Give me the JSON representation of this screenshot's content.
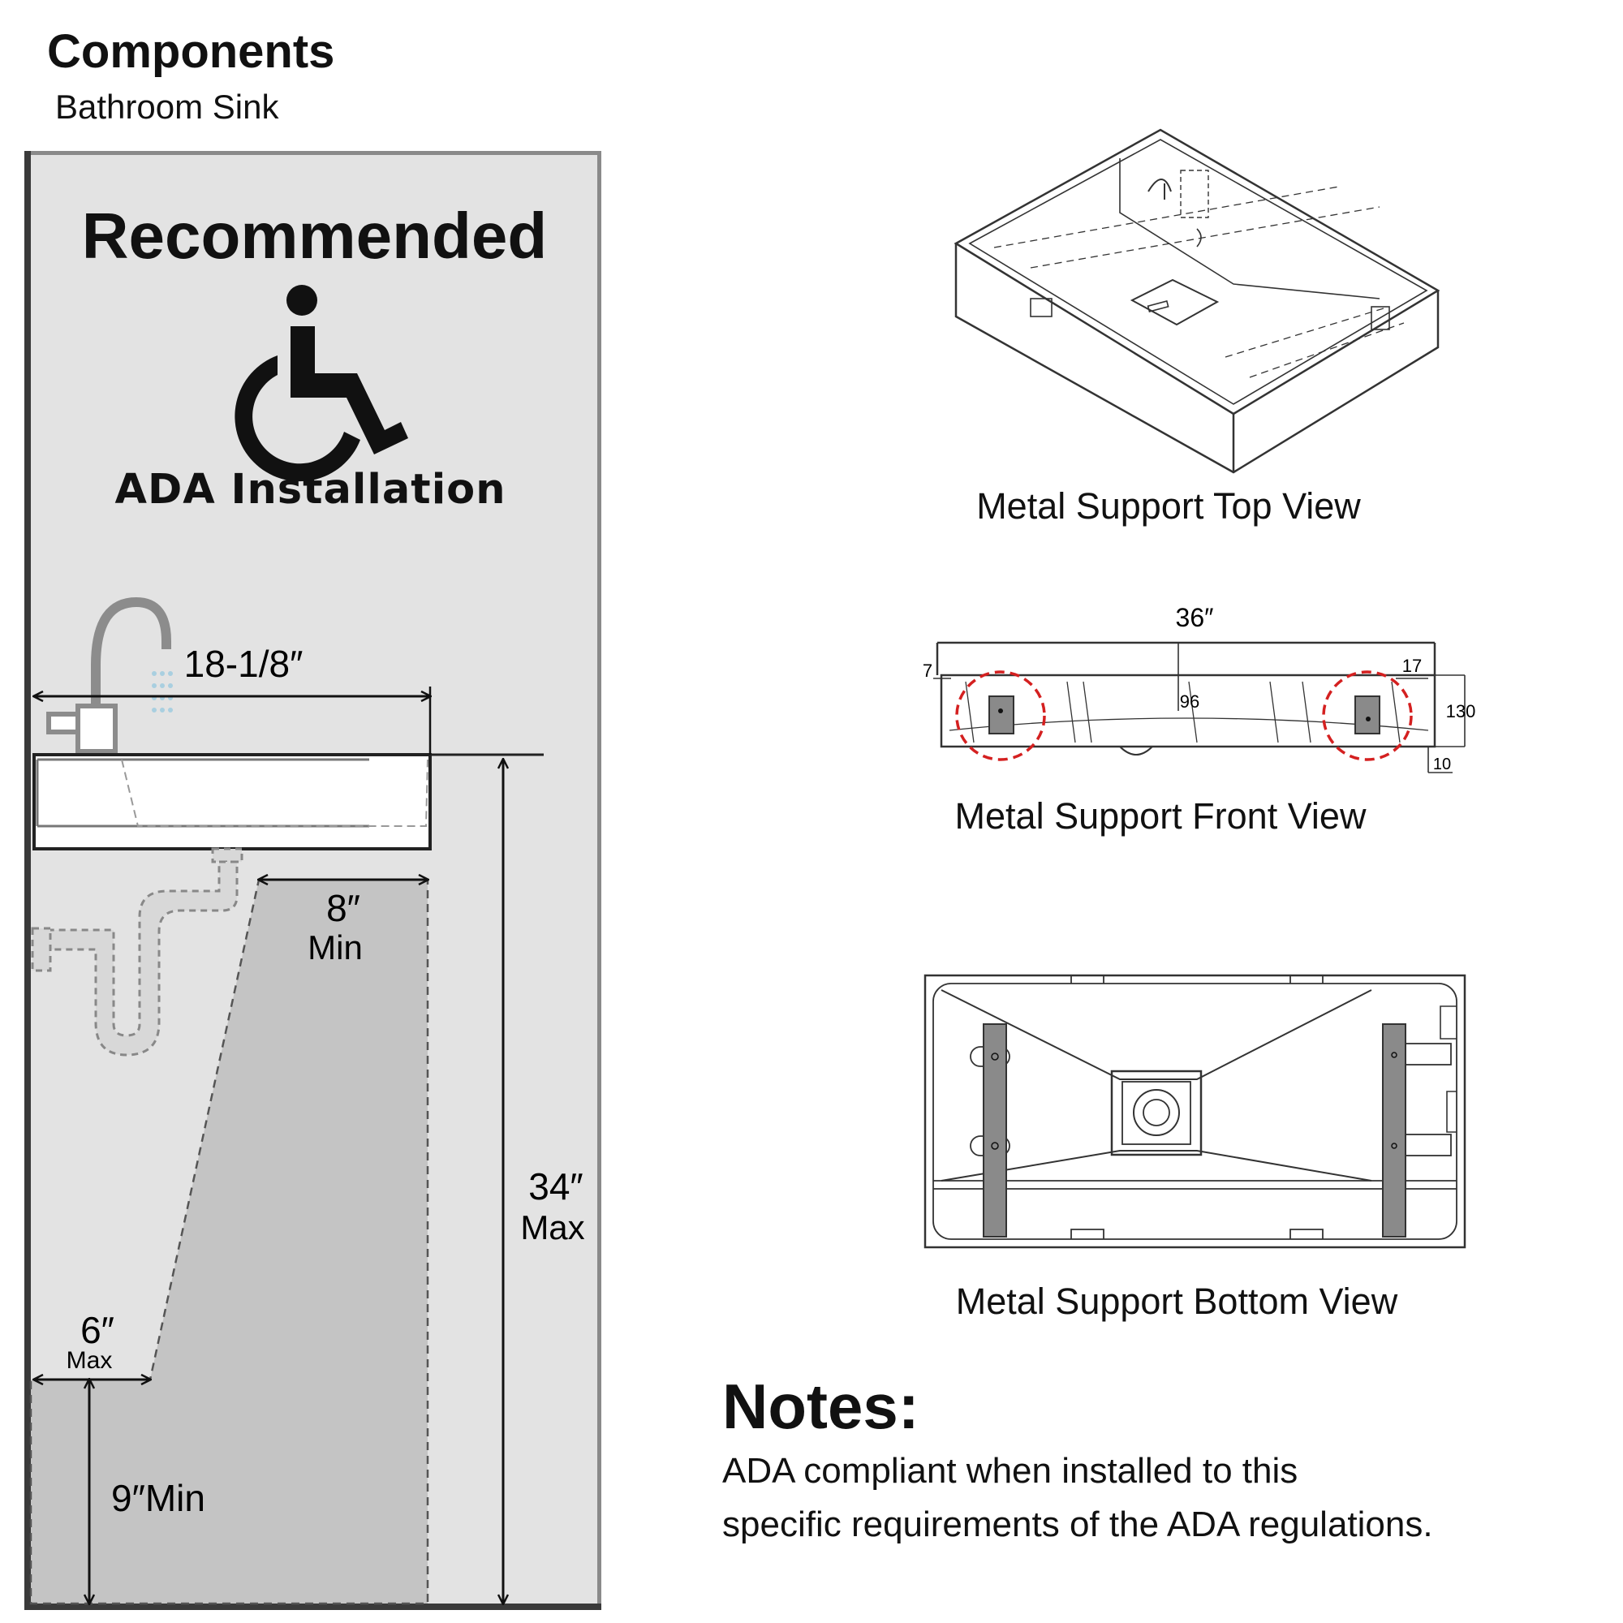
{
  "header": {
    "title": "Components",
    "subtitle": "Bathroom Sink"
  },
  "ada_panel": {
    "heading": "Recommended",
    "icon": "wheelchair-accessibility-icon",
    "label": "ADA Installation",
    "dimensions": {
      "sink_depth": "18-1/8″",
      "knee_clear_value": "8″",
      "knee_clear_note": "Min",
      "height_value": "34″",
      "height_note": "Max",
      "toe_depth_value": "6″",
      "toe_depth_note": "Max",
      "toe_height": "9″Min"
    }
  },
  "views": {
    "top": {
      "caption": "Metal Support Top View"
    },
    "front": {
      "caption": "Metal Support Front View",
      "width_label": "36″",
      "dim_7": "7",
      "dim_17": "17",
      "dim_96": "96",
      "dim_130": "130",
      "dim_10": "10"
    },
    "bottom": {
      "caption": "Metal Support Bottom View"
    }
  },
  "notes": {
    "title": "Notes:",
    "line1": "ADA compliant when installed to this",
    "line2": "specific requirements of the ADA regulations."
  },
  "colors": {
    "panel_bg": "#e3e3e3",
    "clearance_fill": "#c4c4c4",
    "highlight_red": "#d42020",
    "line": "#111111"
  }
}
